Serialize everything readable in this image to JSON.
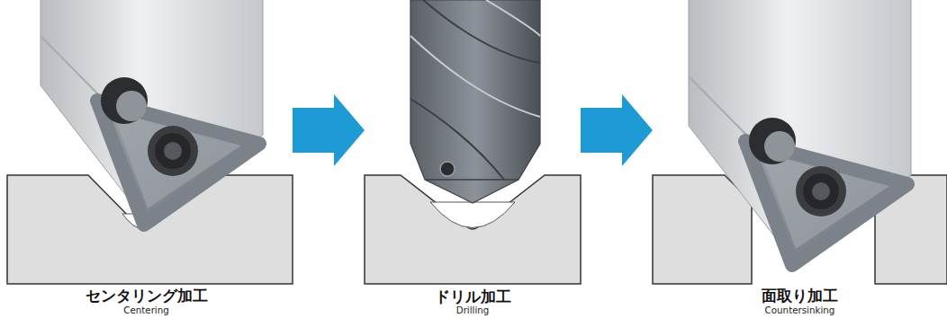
{
  "diagram": {
    "nodes": [
      {
        "text": [
          "センタリング加工",
          "Centering"
        ]
      },
      {
        "text": [
          "ドリル加工",
          "Drilling"
        ]
      },
      {
        "text": [
          "面取り加工",
          "Countersinking"
        ]
      }
    ],
    "edges": [
      {
        "from": 0,
        "to": 1,
        "arrow": "to"
      },
      {
        "from": 1,
        "to": 2,
        "arrow": "to"
      }
    ]
  }
}
